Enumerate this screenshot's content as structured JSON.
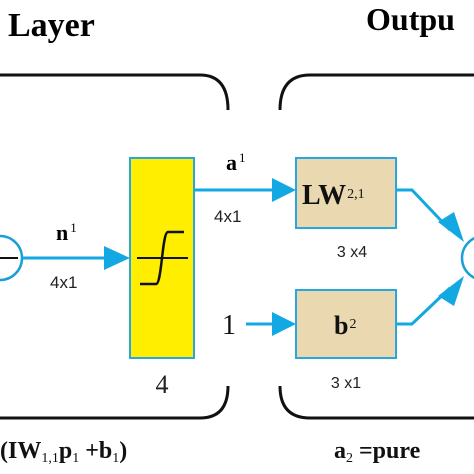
{
  "headings": {
    "layer": "Layer",
    "output": "Outpu"
  },
  "signals": {
    "n": {
      "base": "n",
      "sup": "1",
      "dims": "4x1"
    },
    "a": {
      "base": "a",
      "sup": "1",
      "dims": "4x1"
    },
    "bias_input": "1"
  },
  "blocks": {
    "transfer_size": "4",
    "weight": {
      "base": "LW",
      "sup": "2,1",
      "dims": "3 x4"
    },
    "bias": {
      "base": "b",
      "sup": "2",
      "dims": "3  x1"
    }
  },
  "equations": {
    "layer1": {
      "open": "(",
      "w": "IW",
      "w_sub": "1,1",
      "p": "p",
      "p_sub": "1",
      "plus": " +",
      "b": "b",
      "b_sub": "1",
      "close": ")"
    },
    "layer2": {
      "a": "a",
      "a_sub": "2",
      "rest": " =pure"
    }
  },
  "colors": {
    "transfer_block": "#ffee00",
    "weight_block": "#ead9b0",
    "connection": "#12a8e2",
    "block_border": "#2aa6de"
  }
}
